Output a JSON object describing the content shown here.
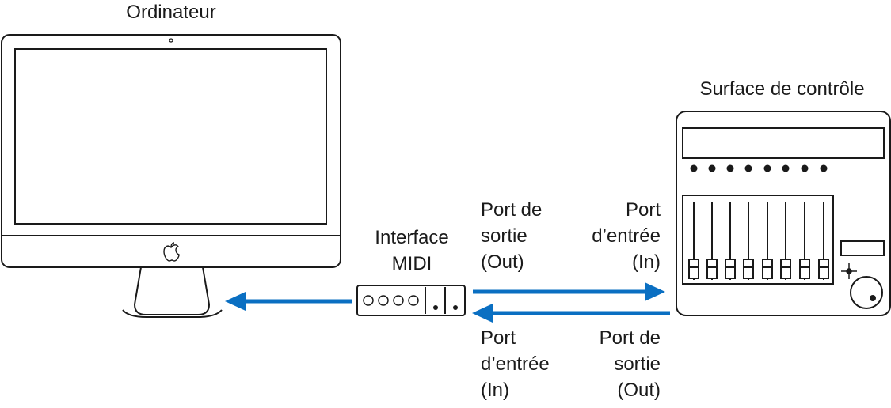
{
  "labels": {
    "computer": "Ordinateur",
    "control_surface": "Surface de contrôle",
    "midi_interface": "Interface\nMIDI",
    "top_out_port": "Port de\nsortie\n(Out)",
    "top_in_port": "Port\nd’entrée\n(In)",
    "bottom_in_port": "Port\nd’entrée\n(In)",
    "bottom_out_port": "Port de\nsortie\n(Out)"
  },
  "colors": {
    "arrow": "#0a6fc2",
    "outline": "#1a1a1a"
  },
  "icons": {
    "computer_logo": "apple-logo-icon"
  }
}
